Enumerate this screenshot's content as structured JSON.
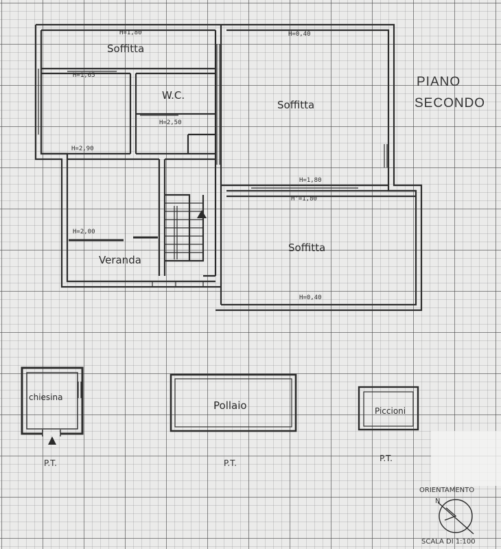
{
  "title": {
    "line1": "PIANO",
    "line2": "SECONDO"
  },
  "rooms": {
    "soffitta_top_left": "Soffitta",
    "wc": "W.C.",
    "soffitta_top_right": "Soffitta",
    "soffitta_bottom_right": "Soffitta",
    "veranda": "Veranda",
    "chiesina": "chiesina",
    "pollaio": "Pollaio",
    "piccioni": "Piccioni"
  },
  "heights": {
    "h1": "H=1,80",
    "h2": "H=1,65",
    "h3": "H=2,50",
    "h4": "H=2,90",
    "h5": "H=2,00",
    "h6": "H=0,40",
    "h7": "H=1,80",
    "h8": "H'=1,80",
    "h9": "H=0,40"
  },
  "outbuildings": {
    "pt1": "P.T.",
    "pt2": "P.T.",
    "pt3": "P.T."
  },
  "orientation": {
    "label": "ORIENTAMENTO",
    "north": "N",
    "scale": "SCALA DI 1:100"
  }
}
